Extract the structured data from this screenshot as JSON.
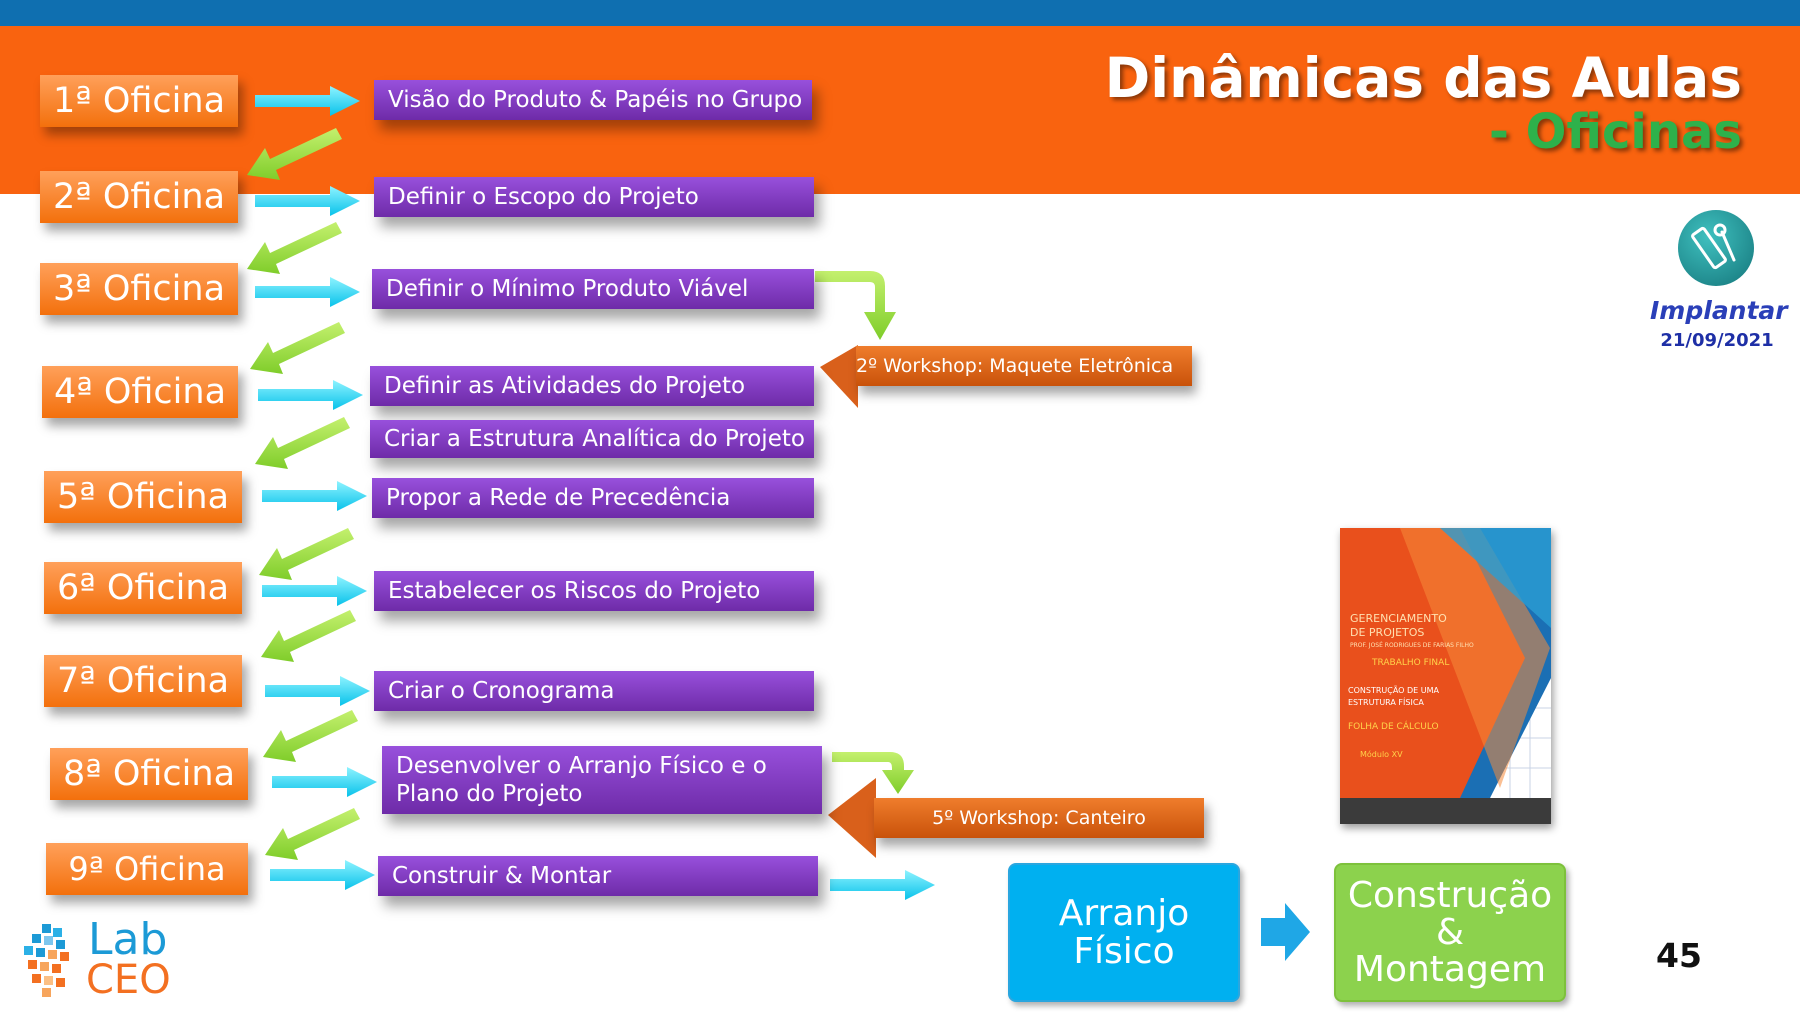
{
  "header": {
    "title_line1": "Dinâmicas das Aulas",
    "title_line2": "- Oficinas",
    "accent_color": "#f9630f",
    "top_bar_color": "#0f6fb0"
  },
  "badge": {
    "icon": "ruler-wrench-icon",
    "label": "Implantar",
    "date": "21/09/2021"
  },
  "workshops": [
    {
      "label": "1ª Oficina",
      "activity": "Visão do Produto & Papéis no Grupo"
    },
    {
      "label": "2ª Oficina",
      "activity": "Definir o Escopo do Projeto"
    },
    {
      "label": "3ª Oficina",
      "activity": "Definir o Mínimo Produto Viável"
    },
    {
      "label": "4ª Oficina",
      "activity": "Definir as Atividades do Projeto",
      "activity2": "Criar a Estrutura Analítica do Projeto"
    },
    {
      "label": "5ª Oficina",
      "activity": "Propor a Rede de Precedência"
    },
    {
      "label": "6ª Oficina",
      "activity": "Estabelecer os Riscos do Projeto"
    },
    {
      "label": "7ª Oficina",
      "activity": "Criar o Cronograma"
    },
    {
      "label": "8ª Oficina",
      "activity": "Desenvolver o Arranjo Físico e o Plano do Projeto"
    },
    {
      "label": "9ª Oficina",
      "activity": "Construir & Montar"
    }
  ],
  "callouts": {
    "workshop2": "2º Workshop: Maquete Eletrônica",
    "workshop5": "5º Workshop: Canteiro"
  },
  "outcomes": {
    "arranjo": "Arranjo Físico",
    "construcao_line1": "Construção",
    "construcao_line2": "&",
    "construcao_line3": "Montagem"
  },
  "cover": {
    "title": "GERENCIAMENTO DE PROJETOS",
    "title_line1": "GERENCIAMENTO",
    "title_line2": "DE PROJETOS",
    "author": "PROF. JOSÉ RODRIGUES DE FARIAS FILHO",
    "subtitle": "TRABALHO FINAL",
    "desc_line1": "CONSTRUÇÃO DE UMA",
    "desc_line2": "ESTRUTURA FÍSICA",
    "sheet": "FOLHA DE CÁLCULO",
    "module": "Módulo XV"
  },
  "logo": {
    "lab": "Lab",
    "ceo": "CEO"
  },
  "page_number": "45"
}
